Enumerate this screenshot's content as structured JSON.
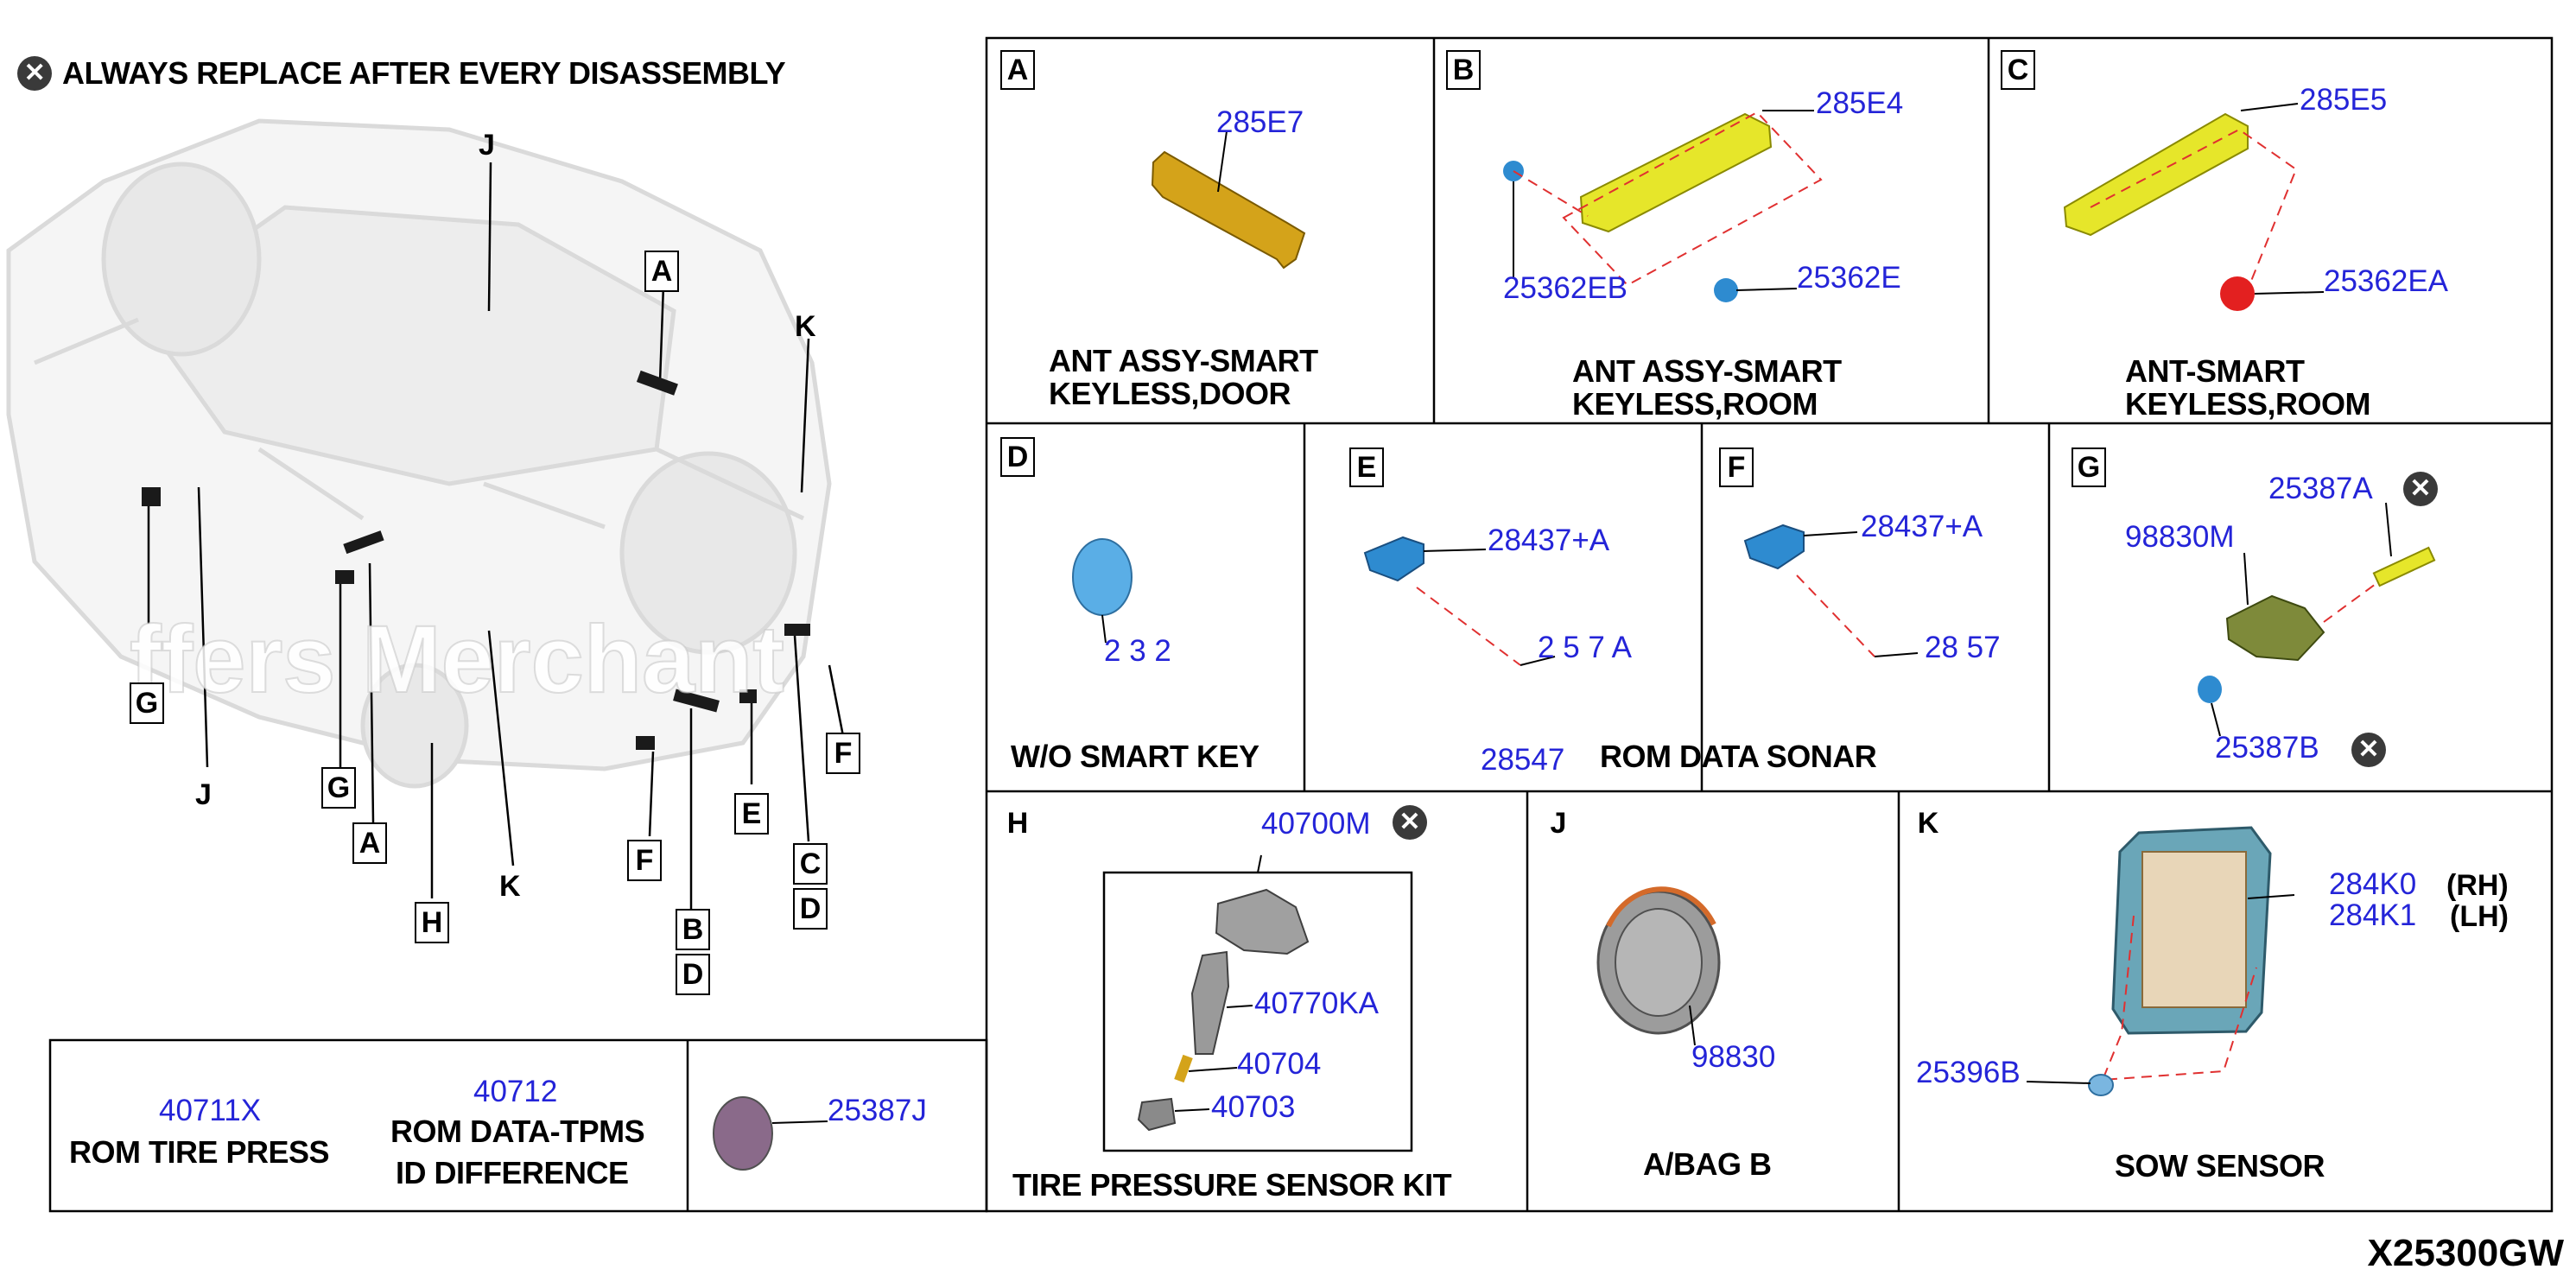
{
  "note": {
    "text": "ALWAYS REPLACE AFTER EVERY DISASSEMBLY"
  },
  "overview": {
    "callouts": [
      "J",
      "A",
      "K",
      "G",
      "J",
      "G",
      "A",
      "H",
      "K",
      "F",
      "B",
      "D",
      "E",
      "C",
      "D",
      "F"
    ]
  },
  "watermark": "ffers Merchant",
  "panels": {
    "A": {
      "letter": "A",
      "part": "285E7",
      "desc1": "ANT ASSY-SMART",
      "desc2": "KEYLESS,DOOR"
    },
    "B": {
      "letter": "B",
      "parts": [
        "285E4",
        "25362EB",
        "25362E"
      ],
      "desc1": "ANT ASSY-SMART",
      "desc2": "KEYLESS,ROOM"
    },
    "C": {
      "letter": "C",
      "parts": [
        "285E5",
        "25362EA"
      ],
      "desc1": "ANT-SMART",
      "desc2": "KEYLESS,ROOM"
    },
    "D": {
      "letter": "D",
      "part": "2 3 2",
      "desc": "W/O SMART KEY"
    },
    "E": {
      "letter": "E",
      "parts": [
        "28437+A",
        "2 5 7 A",
        "28547"
      ],
      "desc": "ROM DATA SONAR"
    },
    "F": {
      "letter": "F",
      "parts": [
        "28437+A",
        "28 57"
      ]
    },
    "G": {
      "letter": "G",
      "parts": [
        "25387A",
        "98830M",
        "25387B"
      ]
    },
    "H": {
      "letter": "H",
      "parts": [
        "40700M",
        "40770KA",
        "40704",
        "40703"
      ],
      "desc": "TIRE PRESSURE SENSOR KIT"
    },
    "J": {
      "letter": "J",
      "part": "98830",
      "desc": "A/BAG B"
    },
    "K": {
      "letter": "K",
      "parts": [
        "284K0",
        "284K1",
        "25396B"
      ],
      "sides": [
        "(RH)",
        "(LH)"
      ],
      "desc": "SOW SENSOR"
    }
  },
  "bottom": {
    "p1": "40711X",
    "d1": "ROM TIRE PRESS",
    "p2": "40712",
    "d2a": "ROM DATA-TPMS",
    "d2b": "ID DIFFERENCE",
    "p3": "25387J"
  },
  "diagram_code": "X25300GW",
  "colors": {
    "part_number": "#2424d8",
    "antenna_yellow": "#e6e62a",
    "antenna_orange": "#d4a31a",
    "sensor_blue": "#2e8bd0",
    "leader_red": "#e03030"
  }
}
